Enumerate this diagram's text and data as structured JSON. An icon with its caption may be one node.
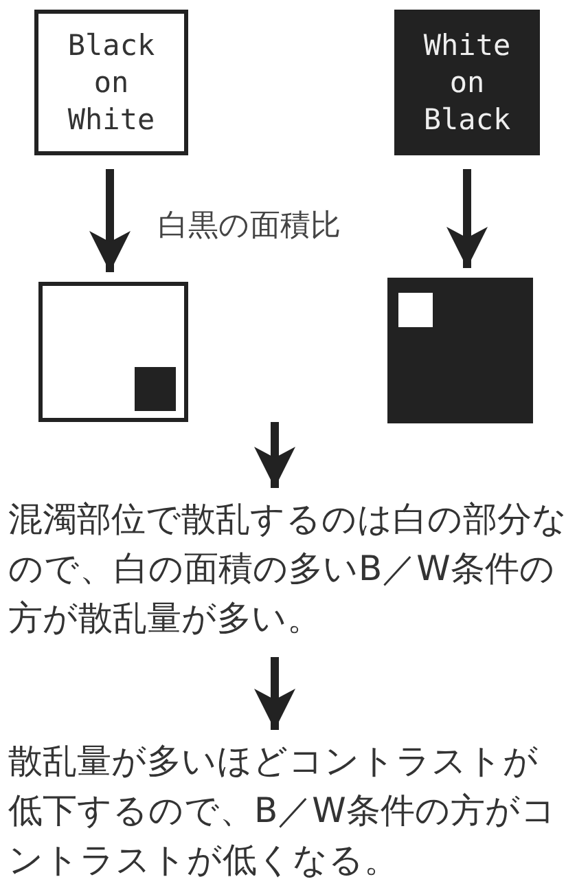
{
  "diagram": {
    "nodes": [
      {
        "text": [
          "Black on White"
        ]
      },
      {
        "text": [
          "White on Black"
        ]
      },
      {
        "text": [],
        "shape": "box"
      },
      {
        "text": [],
        "shape": "box"
      },
      {
        "text": [
          "混濁部位で散乱するのは白の部分なので、白の面積の多いB／W条件の方が散乱量が多い。"
        ]
      },
      {
        "text": [
          "散乱量が多いほどコントラストが低下するので、B／W条件の方がコントラストが低くなる。"
        ]
      }
    ],
    "edges": [
      {
        "from": 0,
        "to": 2,
        "arrow": "to",
        "label": "白黒の面積比"
      },
      {
        "from": 1,
        "to": 3,
        "arrow": "to"
      },
      {
        "from": null,
        "to": 4,
        "arrow": "to"
      },
      {
        "from": 4,
        "to": 5,
        "arrow": "to"
      }
    ]
  }
}
